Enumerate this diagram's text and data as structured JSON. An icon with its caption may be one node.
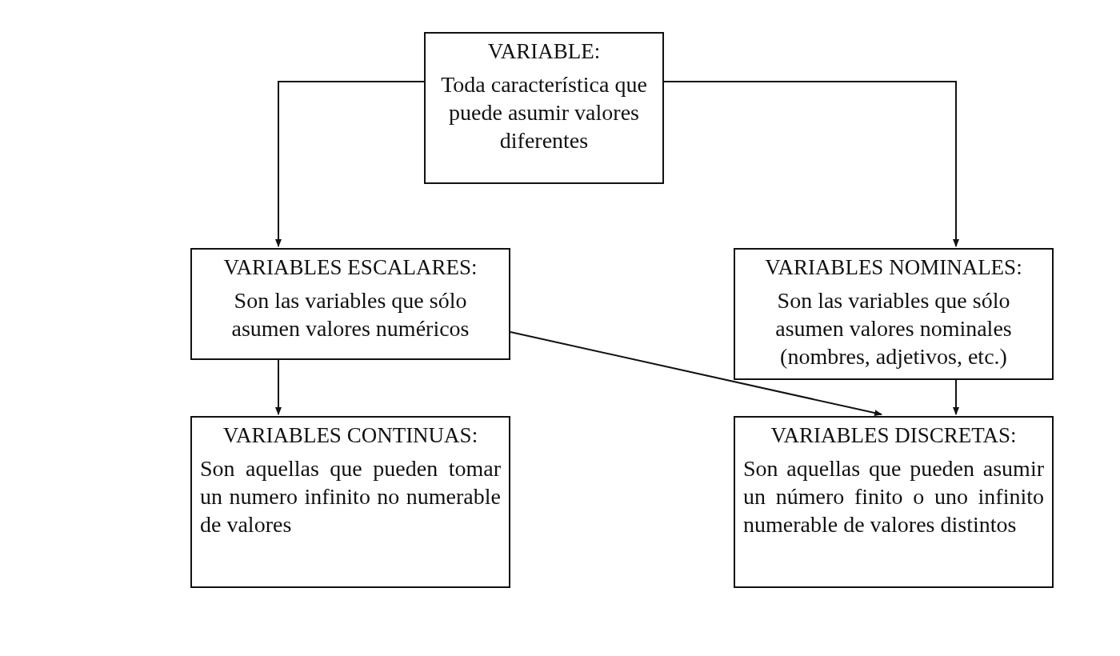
{
  "diagram": {
    "nodes": [
      {
        "text": [
          "VARIABLE:",
          "Toda característica que puede asumir valores diferentes"
        ]
      },
      {
        "text": [
          "VARIABLES ESCALARES:",
          "Son las variables que sólo asumen valores numéricos"
        ]
      },
      {
        "text": [
          "VARIABLES NOMINALES:",
          "Son las variables que sólo asumen valores nominales (nombres, adjetivos, etc.)"
        ]
      },
      {
        "text": [
          "VARIABLES CONTINUAS:",
          "Son aquellas que pueden tomar un numero infinito no numerable de valores"
        ]
      },
      {
        "text": [
          "VARIABLES DISCRETAS:",
          "Son aquellas que pueden asumir un número finito o uno infinito numerable de valores distintos"
        ]
      }
    ],
    "edges": [
      {
        "from": 0,
        "to": 1,
        "arrow": "to"
      },
      {
        "from": 0,
        "to": 2,
        "arrow": "to"
      },
      {
        "from": 1,
        "to": 3,
        "arrow": "to"
      },
      {
        "from": 2,
        "to": 4,
        "arrow": "to"
      },
      {
        "from": 1,
        "to": 4,
        "arrow": "to"
      }
    ]
  }
}
